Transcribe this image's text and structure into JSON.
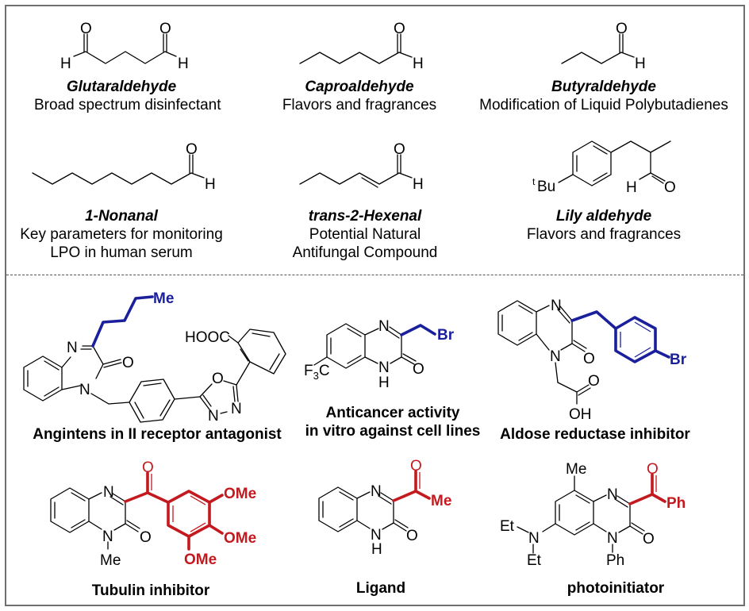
{
  "top_section": {
    "compounds": [
      {
        "name": "Glutaraldehyde",
        "use": "Broad spectrum disinfectant"
      },
      {
        "name": "Caproaldehyde",
        "use": "Flavors and fragrances"
      },
      {
        "name": "Butyraldehyde",
        "use": "Modification of Liquid Polybutadienes"
      },
      {
        "name": "1-Nonanal",
        "use_line1": "Key parameters for monitoring",
        "use_line2": "LPO in human serum"
      },
      {
        "name": "trans-2-Hexenal",
        "use_line1": "Potential Natural",
        "use_line2": "Antifungal Compound"
      },
      {
        "name": "Lily aldehyde",
        "use": "Flavors and fragrances"
      }
    ]
  },
  "bottom_section": {
    "compounds": [
      {
        "caption": "Angintens in II receptor antagonist",
        "highlight": "butyl",
        "highlight_color": "#1a1f9c"
      },
      {
        "caption_line1": "Anticancer activity",
        "caption_line2": "in vitro against cell lines",
        "highlight": "bromomethyl",
        "highlight_color": "#1a1f9c"
      },
      {
        "caption": "Aldose reductase inhibitor",
        "highlight": "4-bromobenzyl",
        "highlight_color": "#1a1f9c"
      },
      {
        "caption": "Tubulin inhibitor",
        "highlight": "3,4,5-trimethoxybenzoyl",
        "highlight_color": "#c4191e"
      },
      {
        "caption": "Ligand",
        "highlight": "acetyl",
        "highlight_color": "#c4191e"
      },
      {
        "caption": "photoinitiator",
        "highlight": "benzoyl",
        "highlight_color": "#c4191e"
      }
    ]
  },
  "atoms": {
    "O": "O",
    "H": "H",
    "N": "N",
    "Me": "Me",
    "Br": "Br",
    "HOOC": "HOOC",
    "F3C_F": "F",
    "F3C_3": "3",
    "F3C_C": "C",
    "tBu_t": "t",
    "tBu_Bu": "Bu",
    "OH": "OH",
    "OMe": "OMe",
    "Et": "Et",
    "Ph": "Ph"
  },
  "colors": {
    "highlight_blue": "#1a1f9c",
    "highlight_red": "#c4191e",
    "frame": "#6f6f6f"
  }
}
